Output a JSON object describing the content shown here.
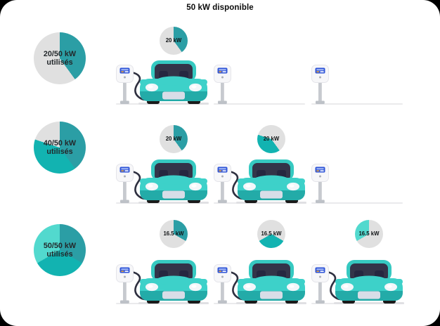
{
  "title": "50 kW disponible",
  "colors": {
    "teal_dark": "#2B9EA5",
    "teal_medium": "#12B3B1",
    "teal_light": "#52D9CE",
    "pie_rest": "#E0E0E0",
    "car_body": "#3DD1C9",
    "background": "#FFFFFF"
  },
  "rows": [
    {
      "summary_pie": {
        "label_line1": "20/50 kW",
        "label_line2": "utilisés",
        "segments": [
          {
            "color": "#2B9EA5",
            "start": 0,
            "end": 144
          }
        ]
      },
      "slots": [
        {
          "occupied": true,
          "pie": {
            "label": "20 kW",
            "segments": [
              {
                "color": "#2B9EA5",
                "start": 0,
                "end": 144
              }
            ]
          }
        },
        {
          "occupied": false
        },
        {
          "occupied": false
        }
      ]
    },
    {
      "summary_pie": {
        "label_line1": "40/50 kW",
        "label_line2": "utilisés",
        "segments": [
          {
            "color": "#2B9EA5",
            "start": 0,
            "end": 144
          },
          {
            "color": "#12B3B1",
            "start": 144,
            "end": 288
          }
        ]
      },
      "slots": [
        {
          "occupied": true,
          "pie": {
            "label": "20 kW",
            "segments": [
              {
                "color": "#2B9EA5",
                "start": 0,
                "end": 144
              }
            ]
          }
        },
        {
          "occupied": true,
          "pie": {
            "label": "20 kW",
            "segments": [
              {
                "color": "#12B3B1",
                "start": 144,
                "end": 288
              }
            ]
          }
        },
        {
          "occupied": false
        }
      ]
    },
    {
      "summary_pie": {
        "label_line1": "50/50 kW",
        "label_line2": "utilisés",
        "segments": [
          {
            "color": "#2B9EA5",
            "start": 0,
            "end": 120
          },
          {
            "color": "#12B3B1",
            "start": 120,
            "end": 240
          },
          {
            "color": "#52D9CE",
            "start": 240,
            "end": 360
          }
        ]
      },
      "slots": [
        {
          "occupied": true,
          "pie": {
            "label": "16.5 kW",
            "segments": [
              {
                "color": "#2B9EA5",
                "start": 0,
                "end": 120
              }
            ]
          }
        },
        {
          "occupied": true,
          "pie": {
            "label": "16.5 kW",
            "segments": [
              {
                "color": "#12B3B1",
                "start": 120,
                "end": 240
              }
            ]
          }
        },
        {
          "occupied": true,
          "pie": {
            "label": "16.5 kW",
            "segments": [
              {
                "color": "#52D9CE",
                "start": 240,
                "end": 360
              }
            ]
          }
        }
      ]
    }
  ]
}
